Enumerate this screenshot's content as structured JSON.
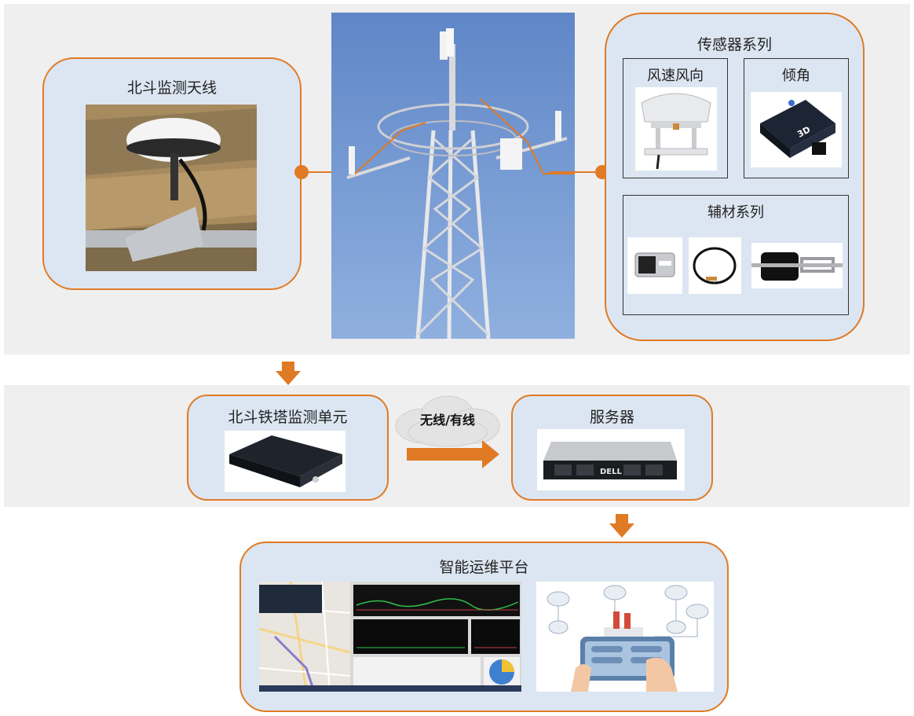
{
  "antenna": {
    "title": "北斗监测天线"
  },
  "sensors": {
    "title": "传感器系列",
    "wind": "风速风向",
    "tilt": "倾角",
    "accessories": "辅材系列",
    "tilt_label": "3D"
  },
  "unit": {
    "title": "北斗铁塔监测单元"
  },
  "link": {
    "label": "无线/有线"
  },
  "server": {
    "title": "服务器",
    "brand": "DELL"
  },
  "platform": {
    "title": "智能运维平台"
  },
  "colors": {
    "accent": "#e07a24",
    "card_bg": "#dce6f2",
    "band_bg": "#efefef"
  }
}
